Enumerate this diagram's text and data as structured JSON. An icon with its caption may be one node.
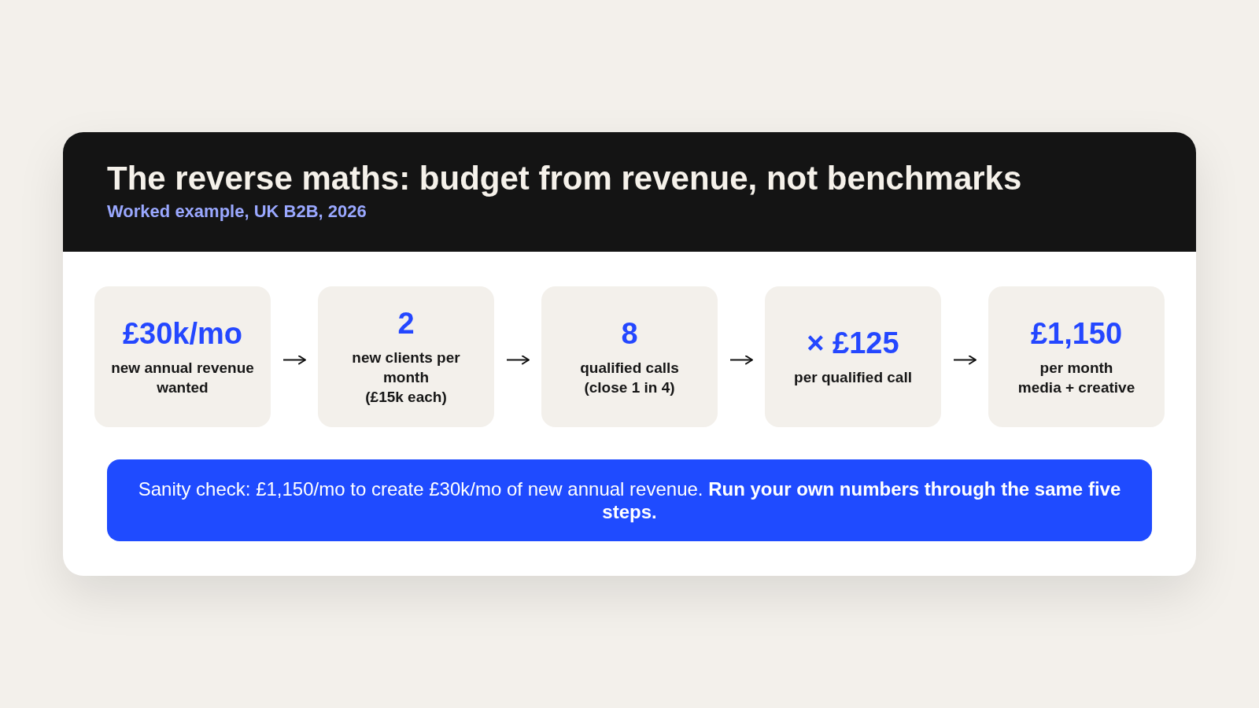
{
  "diagram": {
    "title": "The reverse maths: budget from revenue, not benchmarks",
    "nodes": [
      {
        "text": [
          "£30k/mo",
          "new annual revenue wanted"
        ]
      },
      {
        "text": [
          "2",
          "new clients per month",
          "(£15k each)"
        ]
      },
      {
        "text": [
          "8",
          "qualified calls",
          "(close 1 in 4)"
        ]
      },
      {
        "text": [
          "× £125",
          "per qualified call"
        ]
      },
      {
        "text": [
          "£1,150",
          "per month",
          "media + creative"
        ]
      },
      {
        "text": [
          "Sanity check: £1,150/mo to create £30k/mo of new annual revenue. **Run your own numbers through the same five steps.**"
        ]
      }
    ],
    "edges": [
      {
        "from": 0,
        "to": 1,
        "arrow": "to"
      },
      {
        "from": 1,
        "to": 2,
        "arrow": "to"
      },
      {
        "from": 2,
        "to": 3,
        "arrow": "to"
      },
      {
        "from": 3,
        "to": 4,
        "arrow": "to"
      }
    ],
    "labels": [
      "Worked example, UK B2B, 2026"
    ]
  }
}
